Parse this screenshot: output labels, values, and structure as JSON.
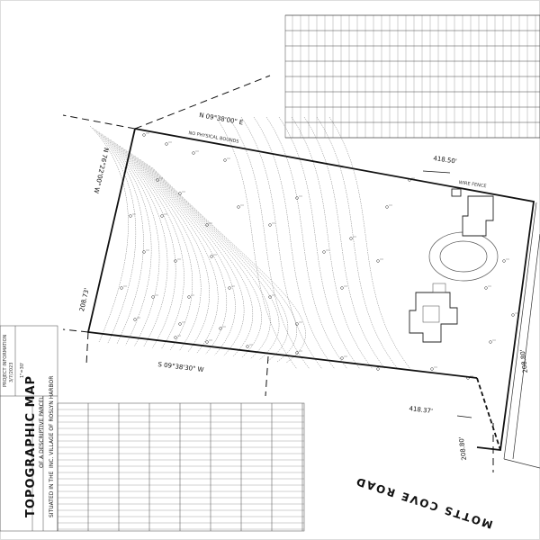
{
  "map": {
    "title": "TOPOGRAPHIC MAP",
    "subtitle": "OF A DESCRIPTIVE PARCEL",
    "situated": "SITUATED IN THE",
    "village": "INC. VILLAGE OF ROSLYN HARBOR",
    "road_name": "MOTTS COVE ROAD",
    "project_info_heading": "PROJECT INFORMATION",
    "project_info_date": "3/7/2023",
    "project_info_scale": "1\"=30'",
    "bearings": {
      "north": "N 09°38'00\" E",
      "west": "N 76°22'00\" W",
      "south": "S 09°38'30\" W"
    },
    "distances": {
      "north_east": "418.50'",
      "west": "208.73'",
      "south": "418.37'",
      "east": "208.80'",
      "east_road": "208.80'"
    },
    "notes": {
      "no_physical_bounds": "NO PHYSICAL BOUNDS",
      "wire_fence": "WIRE FENCE"
    }
  }
}
